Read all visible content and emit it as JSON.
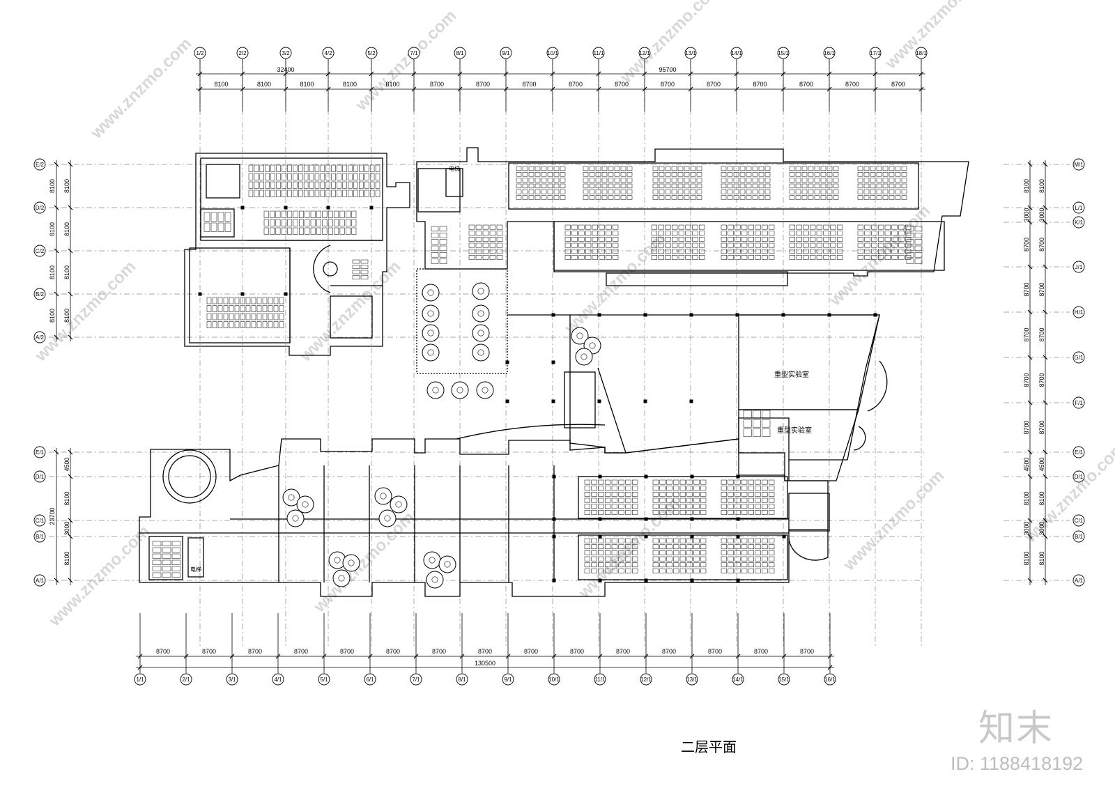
{
  "title": "二层平面",
  "rooms": {
    "heavy_lab_1": "重型实验室",
    "heavy_lab_2": "重型实验室"
  },
  "elevator_label": "电梯",
  "logo_text": "知末",
  "id_text": "ID: 1188418192",
  "watermark_text": "www.znzmo.com",
  "top_axes": [
    "1/2",
    "2/2",
    "3/2",
    "4/2",
    "5/2",
    "7/1",
    "8/1",
    "9/1",
    "10/1",
    "11/1",
    "12/1",
    "13/1",
    "14/1",
    "15/1",
    "16/1",
    "17/1",
    "18/1"
  ],
  "top_dims": [
    "8100",
    "8100",
    "8100",
    "8100",
    "8100",
    "8700",
    "8700",
    "8700",
    "8700",
    "8700",
    "8700",
    "8700",
    "8700",
    "8700",
    "8700",
    "8700"
  ],
  "top_totals": [
    "32400",
    "95700"
  ],
  "bottom_axes": [
    "1/1",
    "2/1",
    "3/1",
    "4/1",
    "5/1",
    "6/1",
    "7/1",
    "8/1",
    "9/1",
    "10/1",
    "11/1",
    "12/1",
    "13/1",
    "14/1",
    "15/1",
    "16/1"
  ],
  "bottom_dims": [
    "8700",
    "8700",
    "8700",
    "8700",
    "8700",
    "8700",
    "8700",
    "8700",
    "8700",
    "8700",
    "8700",
    "8700",
    "8700",
    "8700",
    "8700"
  ],
  "bottom_total": "130500",
  "left_axes_upper": [
    "E/2",
    "D/2",
    "C/2",
    "B/2",
    "A/2"
  ],
  "left_dims_upper": [
    "8100",
    "8100",
    "8100",
    "8100"
  ],
  "left_axes_lower": [
    "E/1",
    "D/1",
    "C/1",
    "B/1",
    "A/1"
  ],
  "left_dims_lower": [
    "4500",
    "8100",
    "3000",
    "8100"
  ],
  "left_total_lower": "23700",
  "right_axes": [
    "M/1",
    "L/1",
    "K/1",
    "J/1",
    "H/1",
    "G/1",
    "F/1",
    "E/1",
    "D/1",
    "C/1",
    "B/1",
    "A/1"
  ],
  "right_dims": [
    "8100",
    "3000",
    "8700",
    "8700",
    "8700",
    "8700",
    "8700",
    "4500",
    "8100",
    "3000",
    "8100"
  ]
}
